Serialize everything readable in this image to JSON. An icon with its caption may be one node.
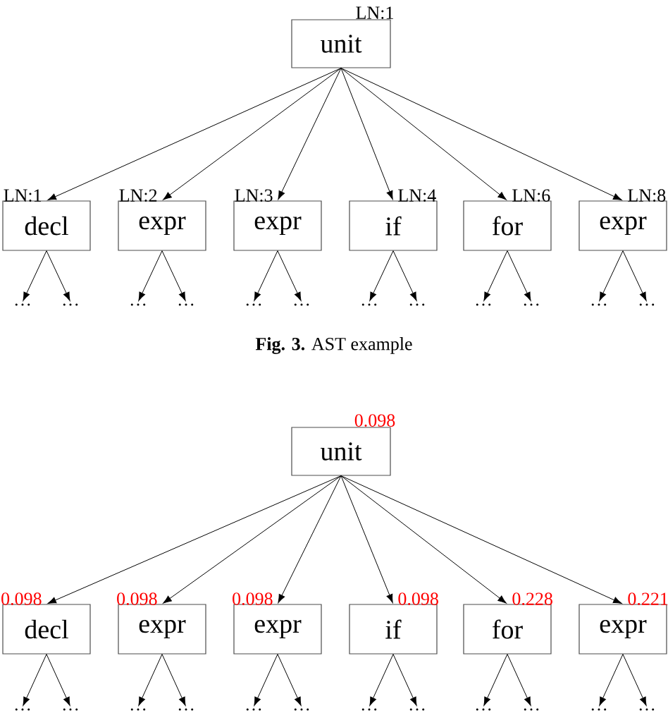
{
  "diagram": {
    "caption": "**Fig. 3.** AST example",
    "nodes": [
      {
        "text": [
          "unit"
        ],
        "beside": [
          "LN:1"
        ]
      },
      {
        "text": [
          "decl"
        ],
        "beside": [
          "LN:1"
        ]
      },
      {
        "text": [
          "expr"
        ],
        "beside": [
          "LN:2"
        ]
      },
      {
        "text": [
          "expr"
        ],
        "beside": [
          "LN:3"
        ]
      },
      {
        "text": [
          "if"
        ],
        "beside": [
          "LN:4"
        ]
      },
      {
        "text": [
          "for"
        ],
        "beside": [
          "LN:6"
        ]
      },
      {
        "text": [
          "expr"
        ],
        "beside": [
          "LN:8"
        ]
      },
      {
        "text": [
          "…"
        ]
      },
      {
        "text": [
          "…"
        ]
      },
      {
        "text": [
          "…"
        ]
      },
      {
        "text": [
          "…"
        ]
      },
      {
        "text": [
          "…"
        ]
      },
      {
        "text": [
          "…"
        ]
      },
      {
        "text": [
          "…"
        ]
      },
      {
        "text": [
          "…"
        ]
      },
      {
        "text": [
          "…"
        ]
      },
      {
        "text": [
          "…"
        ]
      },
      {
        "text": [
          "…"
        ]
      },
      {
        "text": [
          "…"
        ]
      },
      {
        "text": [
          "unit"
        ],
        "beside": [
          "0.098"
        ]
      },
      {
        "text": [
          "decl"
        ],
        "beside": [
          "0.098"
        ]
      },
      {
        "text": [
          "expr"
        ],
        "beside": [
          "0.098"
        ]
      },
      {
        "text": [
          "expr"
        ],
        "beside": [
          "0.098"
        ]
      },
      {
        "text": [
          "if"
        ],
        "beside": [
          "0.098"
        ]
      },
      {
        "text": [
          "for"
        ],
        "beside": [
          "0.228"
        ]
      },
      {
        "text": [
          "expr"
        ],
        "beside": [
          "0.221"
        ]
      },
      {
        "text": [
          "…"
        ]
      },
      {
        "text": [
          "…"
        ]
      },
      {
        "text": [
          "…"
        ]
      },
      {
        "text": [
          "…"
        ]
      },
      {
        "text": [
          "…"
        ]
      },
      {
        "text": [
          "…"
        ]
      },
      {
        "text": [
          "…"
        ]
      },
      {
        "text": [
          "…"
        ]
      },
      {
        "text": [
          "…"
        ]
      },
      {
        "text": [
          "…"
        ]
      },
      {
        "text": [
          "…"
        ]
      },
      {
        "text": [
          "…"
        ]
      }
    ],
    "edges": [
      {
        "from": 0,
        "to": 1,
        "arrow": "to"
      },
      {
        "from": 0,
        "to": 2,
        "arrow": "to"
      },
      {
        "from": 0,
        "to": 3,
        "arrow": "to"
      },
      {
        "from": 0,
        "to": 4,
        "arrow": "to"
      },
      {
        "from": 0,
        "to": 5,
        "arrow": "to"
      },
      {
        "from": 0,
        "to": 6,
        "arrow": "to"
      },
      {
        "from": 1,
        "to": 7,
        "arrow": "to"
      },
      {
        "from": 1,
        "to": 8,
        "arrow": "to"
      },
      {
        "from": 2,
        "to": 9,
        "arrow": "to"
      },
      {
        "from": 2,
        "to": 10,
        "arrow": "to"
      },
      {
        "from": 3,
        "to": 11,
        "arrow": "to"
      },
      {
        "from": 3,
        "to": 12,
        "arrow": "to"
      },
      {
        "from": 4,
        "to": 13,
        "arrow": "to"
      },
      {
        "from": 4,
        "to": 14,
        "arrow": "to"
      },
      {
        "from": 5,
        "to": 15,
        "arrow": "to"
      },
      {
        "from": 5,
        "to": 16,
        "arrow": "to"
      },
      {
        "from": 6,
        "to": 17,
        "arrow": "to"
      },
      {
        "from": 6,
        "to": 18,
        "arrow": "to"
      },
      {
        "from": 19,
        "to": 20,
        "arrow": "to"
      },
      {
        "from": 19,
        "to": 21,
        "arrow": "to"
      },
      {
        "from": 19,
        "to": 22,
        "arrow": "to"
      },
      {
        "from": 19,
        "to": 23,
        "arrow": "to"
      },
      {
        "from": 19,
        "to": 24,
        "arrow": "to"
      },
      {
        "from": 19,
        "to": 25,
        "arrow": "to"
      },
      {
        "from": 20,
        "to": 26,
        "arrow": "to"
      },
      {
        "from": 20,
        "to": 27,
        "arrow": "to"
      },
      {
        "from": 21,
        "to": 28,
        "arrow": "to"
      },
      {
        "from": 21,
        "to": 29,
        "arrow": "to"
      },
      {
        "from": 22,
        "to": 30,
        "arrow": "to"
      },
      {
        "from": 22,
        "to": 31,
        "arrow": "to"
      },
      {
        "from": 23,
        "to": 32,
        "arrow": "to"
      },
      {
        "from": 23,
        "to": 33,
        "arrow": "to"
      },
      {
        "from": 24,
        "to": 34,
        "arrow": "to"
      },
      {
        "from": 24,
        "to": 35,
        "arrow": "to"
      },
      {
        "from": 25,
        "to": 36,
        "arrow": "to"
      },
      {
        "from": 25,
        "to": 37,
        "arrow": "to"
      }
    ]
  }
}
